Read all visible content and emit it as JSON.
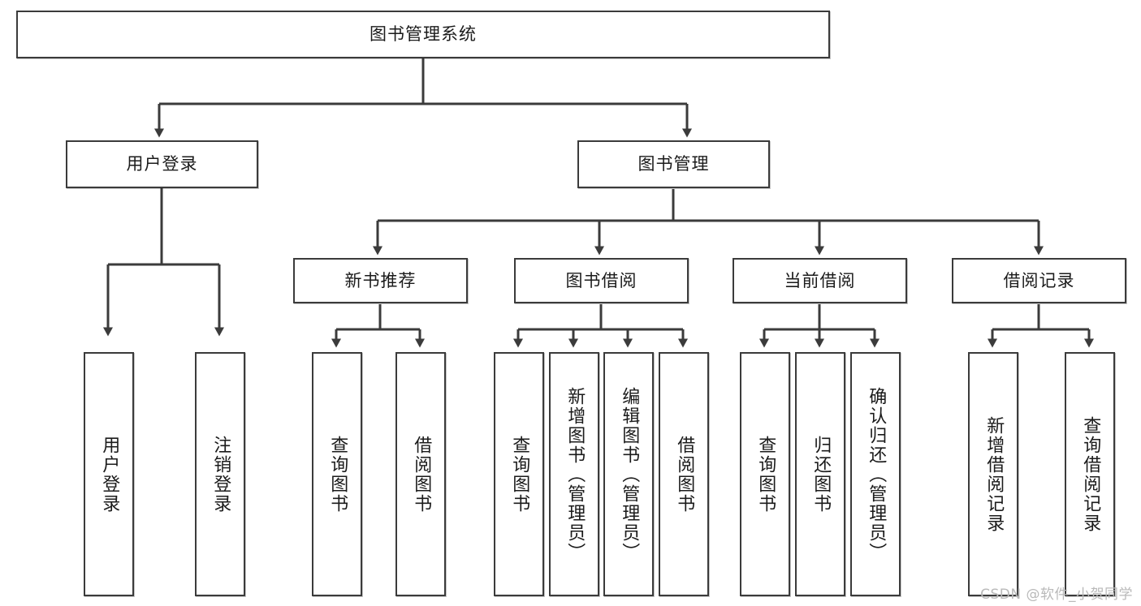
{
  "diagram": {
    "type": "tree-hierarchy",
    "title": "图书管理系统",
    "watermark": "CSDN @软件_小贺同学",
    "style": {
      "border_color": "#3b3b3b",
      "fill_color": "#ffffff",
      "text_color": "#1b1b1b",
      "connector_color": "#3b3b3b",
      "watermark_color": "#b9b9b9",
      "background": "#ffffff"
    },
    "levels": [
      {
        "level": 1,
        "nodes": [
          {
            "id": "root",
            "label": "图书管理系统",
            "orientation": "horizontal"
          }
        ]
      },
      {
        "level": 2,
        "nodes": [
          {
            "id": "user-login",
            "label": "用户登录",
            "orientation": "horizontal",
            "parent": "root"
          },
          {
            "id": "book-manage",
            "label": "图书管理",
            "orientation": "horizontal",
            "parent": "root"
          }
        ]
      },
      {
        "level": 3,
        "nodes": [
          {
            "id": "new-book-rec",
            "label": "新书推荐",
            "orientation": "horizontal",
            "parent": "book-manage"
          },
          {
            "id": "book-borrow",
            "label": "图书借阅",
            "orientation": "horizontal",
            "parent": "book-manage"
          },
          {
            "id": "current-borrow",
            "label": "当前借阅",
            "orientation": "horizontal",
            "parent": "book-manage"
          },
          {
            "id": "borrow-record",
            "label": "借阅记录",
            "orientation": "horizontal",
            "parent": "book-manage"
          }
        ]
      },
      {
        "level": 4,
        "nodes": [
          {
            "id": "leaf-user-login",
            "label": "用户登录",
            "orientation": "vertical",
            "parent": "user-login"
          },
          {
            "id": "leaf-logout",
            "label": "注销登录",
            "orientation": "vertical",
            "parent": "user-login"
          },
          {
            "id": "leaf-query-book-1",
            "label": "查询图书",
            "orientation": "vertical",
            "parent": "new-book-rec"
          },
          {
            "id": "leaf-borrow-book-1",
            "label": "借阅图书",
            "orientation": "vertical",
            "parent": "new-book-rec"
          },
          {
            "id": "leaf-query-book-2",
            "label": "查询图书",
            "orientation": "vertical",
            "parent": "book-borrow"
          },
          {
            "id": "leaf-add-book",
            "label": "新增图书（管理员）",
            "orientation": "vertical",
            "parent": "book-borrow"
          },
          {
            "id": "leaf-edit-book",
            "label": "编辑图书（管理员）",
            "orientation": "vertical",
            "parent": "book-borrow"
          },
          {
            "id": "leaf-borrow-book-2",
            "label": "借阅图书",
            "orientation": "vertical",
            "parent": "book-borrow"
          },
          {
            "id": "leaf-query-book-3",
            "label": "查询图书",
            "orientation": "vertical",
            "parent": "current-borrow"
          },
          {
            "id": "leaf-return-book",
            "label": "归还图书",
            "orientation": "vertical",
            "parent": "current-borrow"
          },
          {
            "id": "leaf-confirm-return",
            "label": "确认归还（管理员）",
            "orientation": "vertical",
            "parent": "current-borrow"
          },
          {
            "id": "leaf-add-record",
            "label": "新增借阅记录",
            "orientation": "vertical",
            "parent": "borrow-record"
          },
          {
            "id": "leaf-query-record",
            "label": "查询借阅记录",
            "orientation": "vertical",
            "parent": "borrow-record"
          }
        ]
      }
    ]
  }
}
